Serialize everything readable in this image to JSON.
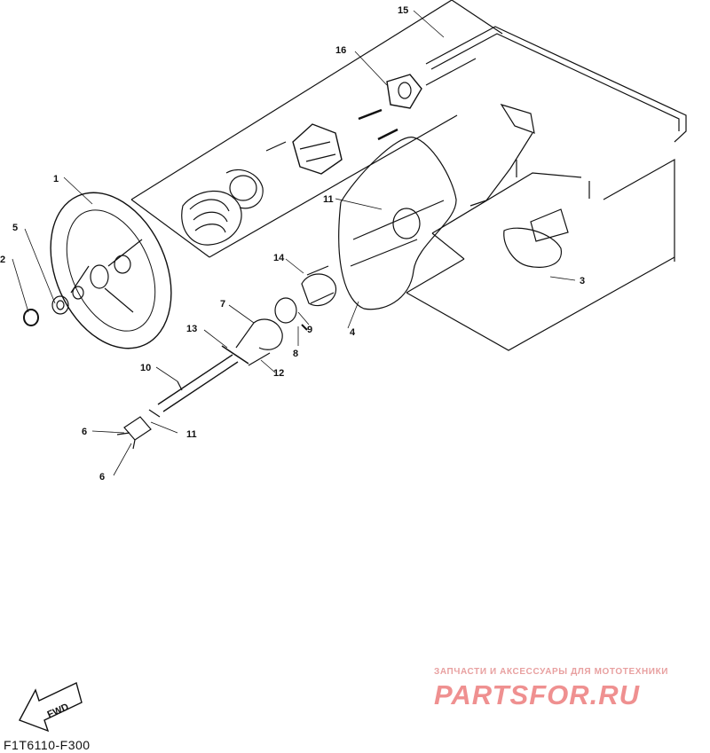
{
  "diagram": {
    "callouts": [
      "15",
      "16",
      "1",
      "5",
      "2",
      "11",
      "14",
      "3",
      "7",
      "13",
      "9",
      "8",
      "4",
      "12",
      "10",
      "6",
      "11",
      "6"
    ],
    "fwd_label": "FWD",
    "figure_code": "F1T6110-F300"
  },
  "watermark": {
    "tagline": "ЗАПЧАСТИ И АКСЕССУАРЫ ДЛЯ МОТОТЕХНИКИ",
    "logo": "PARTSFOR.RU"
  }
}
